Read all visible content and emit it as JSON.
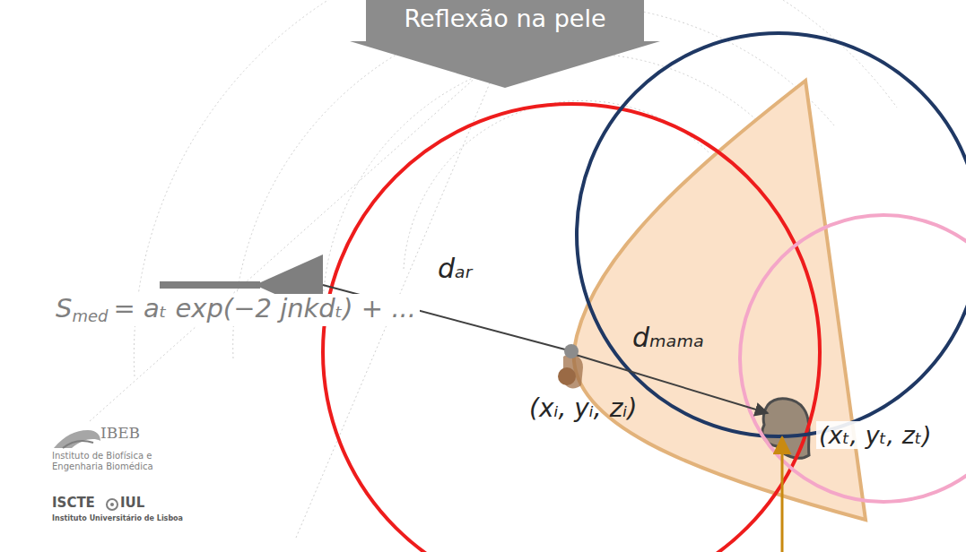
{
  "diagram": {
    "title": "Reflexão na pele",
    "labels": [
      "dₐᵣ",
      "dₘₐₘₐ",
      "S",
      "med",
      "= aₜ exp(−2 jnkdₜ) + ...",
      "(xᵢ, yᵢ, zᵢ)",
      "(xₜ, yₜ, zₜ)",
      "IBEB",
      "Instituto de Biofísica e Engenharia Biomédica",
      "ISCTE",
      "IUL",
      "Instituto Universitário de Lisboa"
    ]
  }
}
